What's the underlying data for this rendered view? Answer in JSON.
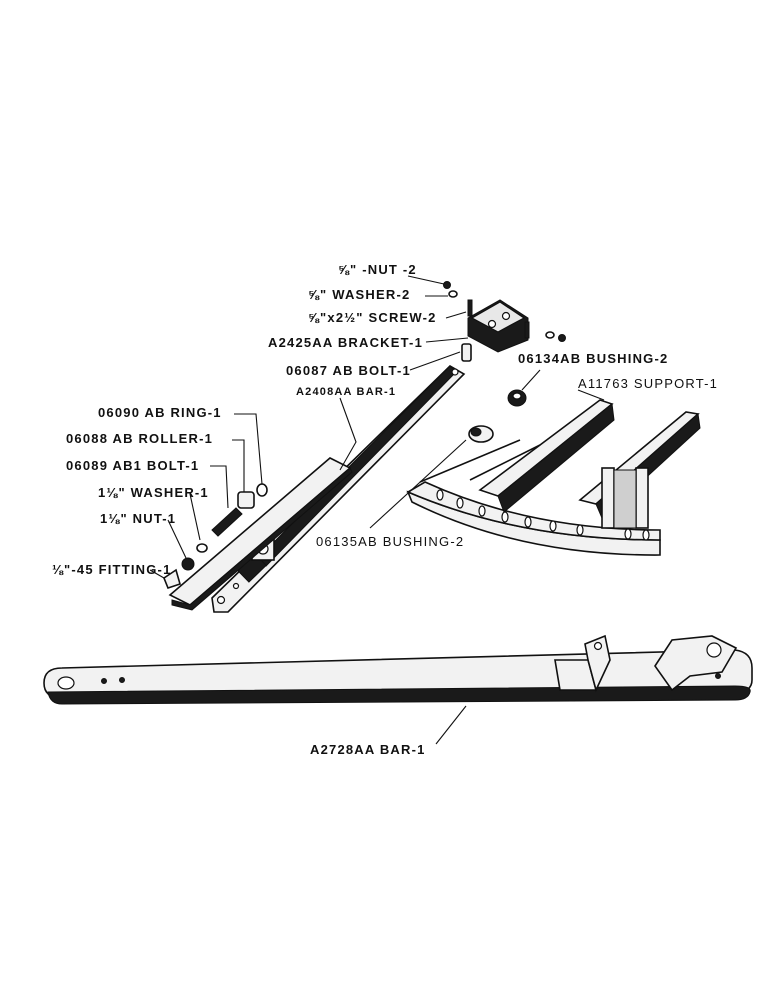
{
  "labels": {
    "nut_2": "⅝\" -NUT -2",
    "washer_2": "⅝\" WASHER-2",
    "screw_2": "⅝\"x2½\" SCREW-2",
    "bracket_1": "A2425AA BRACKET-1",
    "bolt_06087": "06087 AB BOLT-1",
    "bar_a2408": "A2408AA BAR-1",
    "bushing_06134": "06134AB BUSHING-2",
    "support_a11763": "A11763 SUPPORT-1",
    "ring_06090": "06090 AB RING-1",
    "roller_06088": "06088 AB ROLLER-1",
    "bolt_06089": "06089 AB1 BOLT-1",
    "washer_1": "1⅛\" WASHER-1",
    "nut_1": "1⅛\" NUT-1",
    "fitting_1": "⅛\"-45 FITTING-1",
    "bushing_06135": "06135AB BUSHING-2",
    "bar_a2728": "A2728AA BAR-1"
  }
}
